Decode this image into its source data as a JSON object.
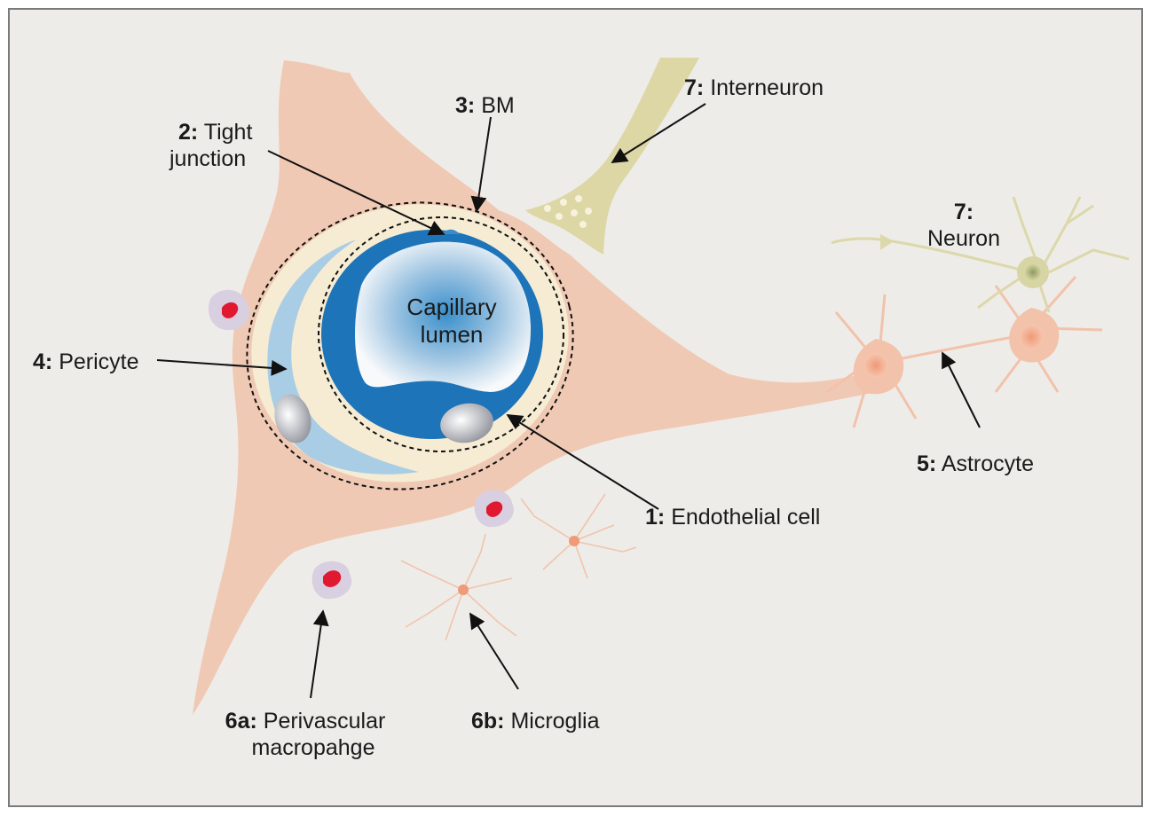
{
  "diagram": {
    "lumen": {
      "line1": "Capillary",
      "line2": "lumen"
    },
    "labels": {
      "endothelial": {
        "num": "1:",
        "text": "Endothelial cell"
      },
      "tight_junction": {
        "num": "2:",
        "text1": "Tight",
        "text2": "junction"
      },
      "bm": {
        "num": "3:",
        "text": "BM"
      },
      "pericyte": {
        "num": "4:",
        "text": "Pericyte"
      },
      "astrocyte": {
        "num": "5:",
        "text": "Astrocyte"
      },
      "perivascular": {
        "num": "6a:",
        "text1": "Perivascular",
        "text2": "macropahge"
      },
      "microglia": {
        "num": "6b:",
        "text": "Microglia"
      },
      "interneuron": {
        "num": "7:",
        "text": "Interneuron"
      },
      "neuron": {
        "num": "7:",
        "text": "Neuron"
      }
    },
    "colors": {
      "background": "#eeece8",
      "astrocyte_endfeet": "#f0c9b4",
      "basement_membrane": "#f6ecd3",
      "pericyte": "#aacde6",
      "endothelial": "#1d74b8",
      "lumen_center": "#3a8fcb",
      "interneuron": "#ddd7a6",
      "neuron": "#dcd8ab",
      "macrophage_nucleus": "#e01830",
      "macrophage_body": "#d8cfe0",
      "microglia": "#f0c4ad"
    }
  }
}
